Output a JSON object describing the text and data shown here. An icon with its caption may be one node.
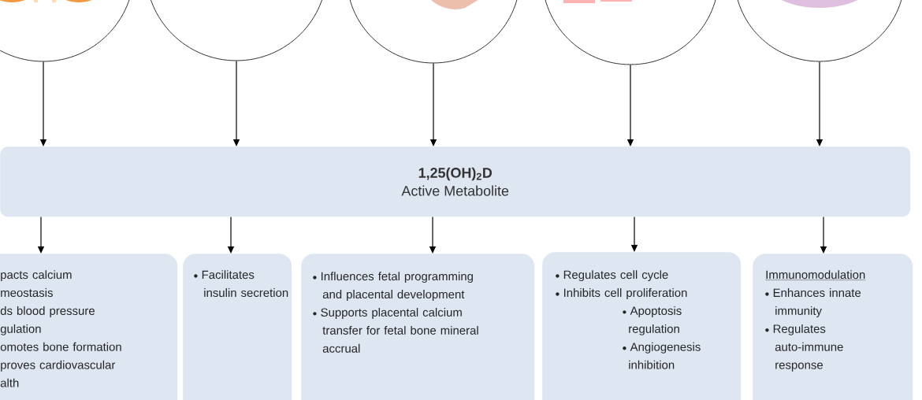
{
  "diagram": {
    "nodes": [
      {
        "text": [],
        "shape": "circle"
      },
      {
        "text": [],
        "shape": "circle"
      },
      {
        "text": [],
        "shape": "circle"
      },
      {
        "text": [],
        "shape": "circle"
      },
      {
        "text": [],
        "shape": "circle"
      },
      {
        "text": [
          "1,25(OH)$_{2}$D",
          "Active Metabolite"
        ]
      },
      {
        "text": [
          "pacts calcium meostasis",
          "ds blood pressure gulation",
          "omotes bone formation",
          "proves cardiovascular alth"
        ]
      },
      {
        "text": [
          "Facilitates insulin secretion"
        ]
      },
      {
        "text": [
          "Influences fetal programming and placental development",
          "Supports placental calcium transfer for fetal bone mineral accrual"
        ]
      },
      {
        "text": [
          "Regulates cell cycle",
          "Inhibits cell proliferation",
          "Apoptosis regulation",
          "Angiogenesis inhibition"
        ]
      },
      {
        "text": [
          "Immunomodulation",
          "Enhances innate immunity",
          "Regulates auto-immune response"
        ]
      }
    ],
    "edges": [
      {
        "from": 0,
        "to": 5,
        "arrow": "to"
      },
      {
        "from": 1,
        "to": 5,
        "arrow": "to"
      },
      {
        "from": 2,
        "to": 5,
        "arrow": "to"
      },
      {
        "from": 3,
        "to": 5,
        "arrow": "to"
      },
      {
        "from": 4,
        "to": 5,
        "arrow": "to"
      },
      {
        "from": 5,
        "to": 6,
        "arrow": "to"
      },
      {
        "from": 5,
        "to": 7,
        "arrow": "to"
      },
      {
        "from": 5,
        "to": 8,
        "arrow": "to"
      },
      {
        "from": 5,
        "to": 9,
        "arrow": "to"
      },
      {
        "from": 5,
        "to": 10,
        "arrow": "to"
      }
    ]
  }
}
